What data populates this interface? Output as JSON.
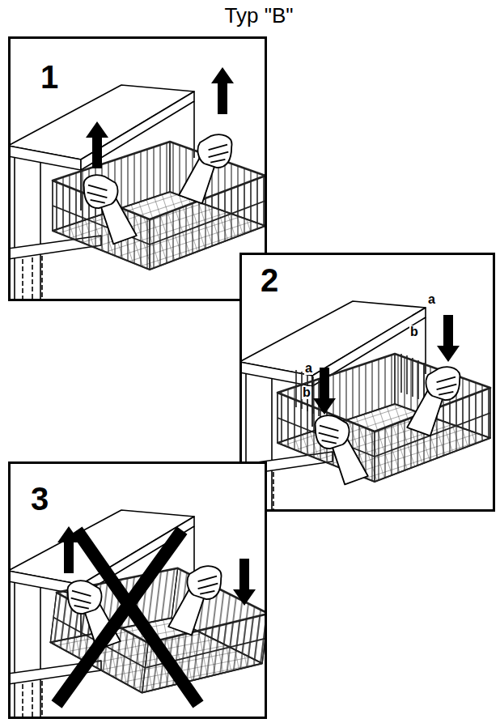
{
  "diagram": {
    "title": "Typ \"B\"",
    "nodes": [
      {
        "text": [
          "1"
        ]
      },
      {
        "text": [
          "2"
        ]
      },
      {
        "text": [
          "3"
        ]
      }
    ],
    "labels": [
      "a",
      "b",
      "a",
      "b"
    ]
  }
}
